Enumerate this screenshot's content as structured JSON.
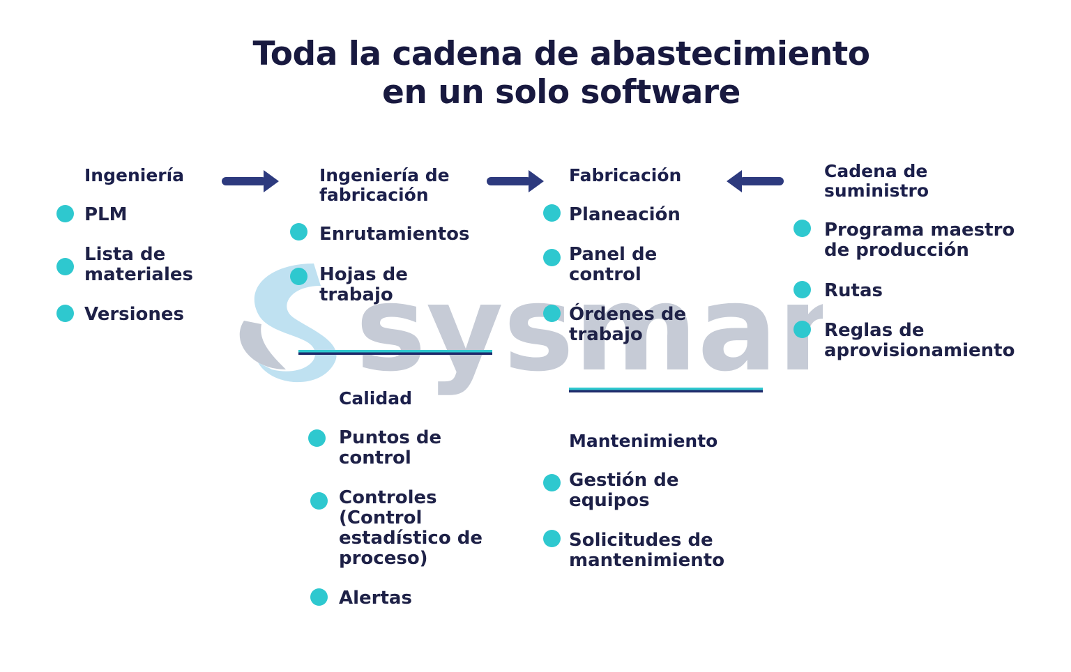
{
  "title": {
    "line1": "Toda la cadena de abastecimiento",
    "line2": "en un solo software"
  },
  "watermark": {
    "text": "sysman",
    "icon": "sysman-logo-s"
  },
  "columns": {
    "ingenieria": {
      "heading": "Ingeniería",
      "items": [
        "PLM",
        "Lista de materiales",
        "Versiones"
      ]
    },
    "ingenieria_fabricacion": {
      "heading": "Ingeniería de fabricación",
      "items": [
        "Enrutamientos",
        "Hojas de trabajo"
      ]
    },
    "fabricacion": {
      "heading": "Fabricación",
      "items": [
        "Planeación",
        "Panel de control",
        "Órdenes de trabajo"
      ]
    },
    "cadena_suministro": {
      "heading": "Cadena de suministro",
      "items": [
        "Programa maestro de producción",
        "Rutas",
        "Reglas de aprovisionamiento"
      ]
    },
    "calidad": {
      "heading": "Calidad",
      "items": [
        "Puntos de control",
        "Controles (Control estadístico de proceso)",
        "Alertas"
      ]
    },
    "mantenimiento": {
      "heading": "Mantenimiento",
      "items": [
        "Gestión de equipos",
        "Solicitudes de mantenimiento"
      ]
    }
  },
  "colors": {
    "accent": "#2ec8cf",
    "navy": "#1b1f4b",
    "watermark": "#c4c9d4"
  },
  "icons": {
    "bullet": "teal-dot-icon",
    "arrow": "arrow-icon"
  }
}
